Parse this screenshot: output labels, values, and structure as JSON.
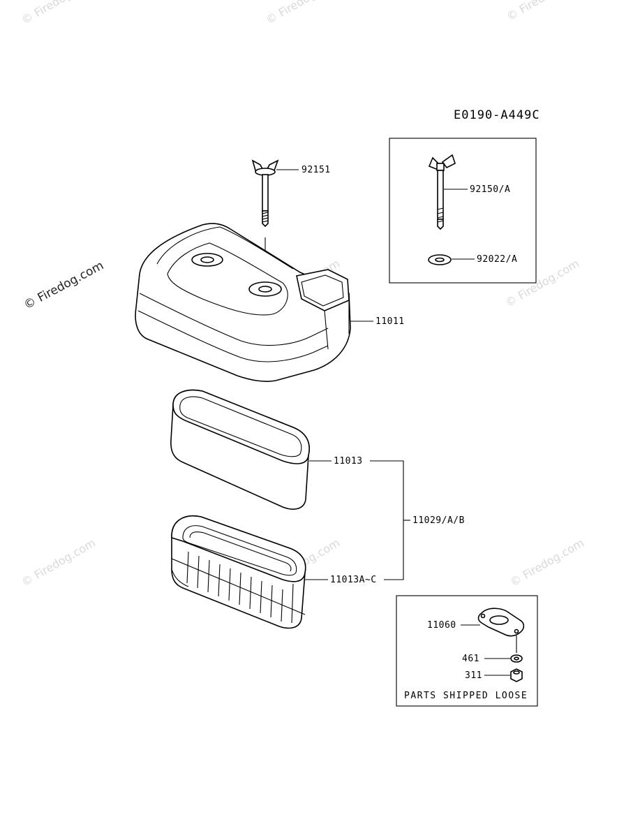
{
  "diagram": {
    "code": "E0190-A449C",
    "watermark": "© Firedog.com",
    "parts": {
      "wing_bolt": "92151",
      "cover": "11011",
      "pre_cleaner": "11013",
      "element_assembly": "11029/A/B",
      "element": "11013A~C",
      "alt_bolt": "92150/A",
      "alt_washer": "92022/A",
      "gasket": "11060",
      "lock_washer": "461",
      "nut": "311"
    },
    "loose_box_title": "PARTS SHIPPED LOOSE"
  }
}
